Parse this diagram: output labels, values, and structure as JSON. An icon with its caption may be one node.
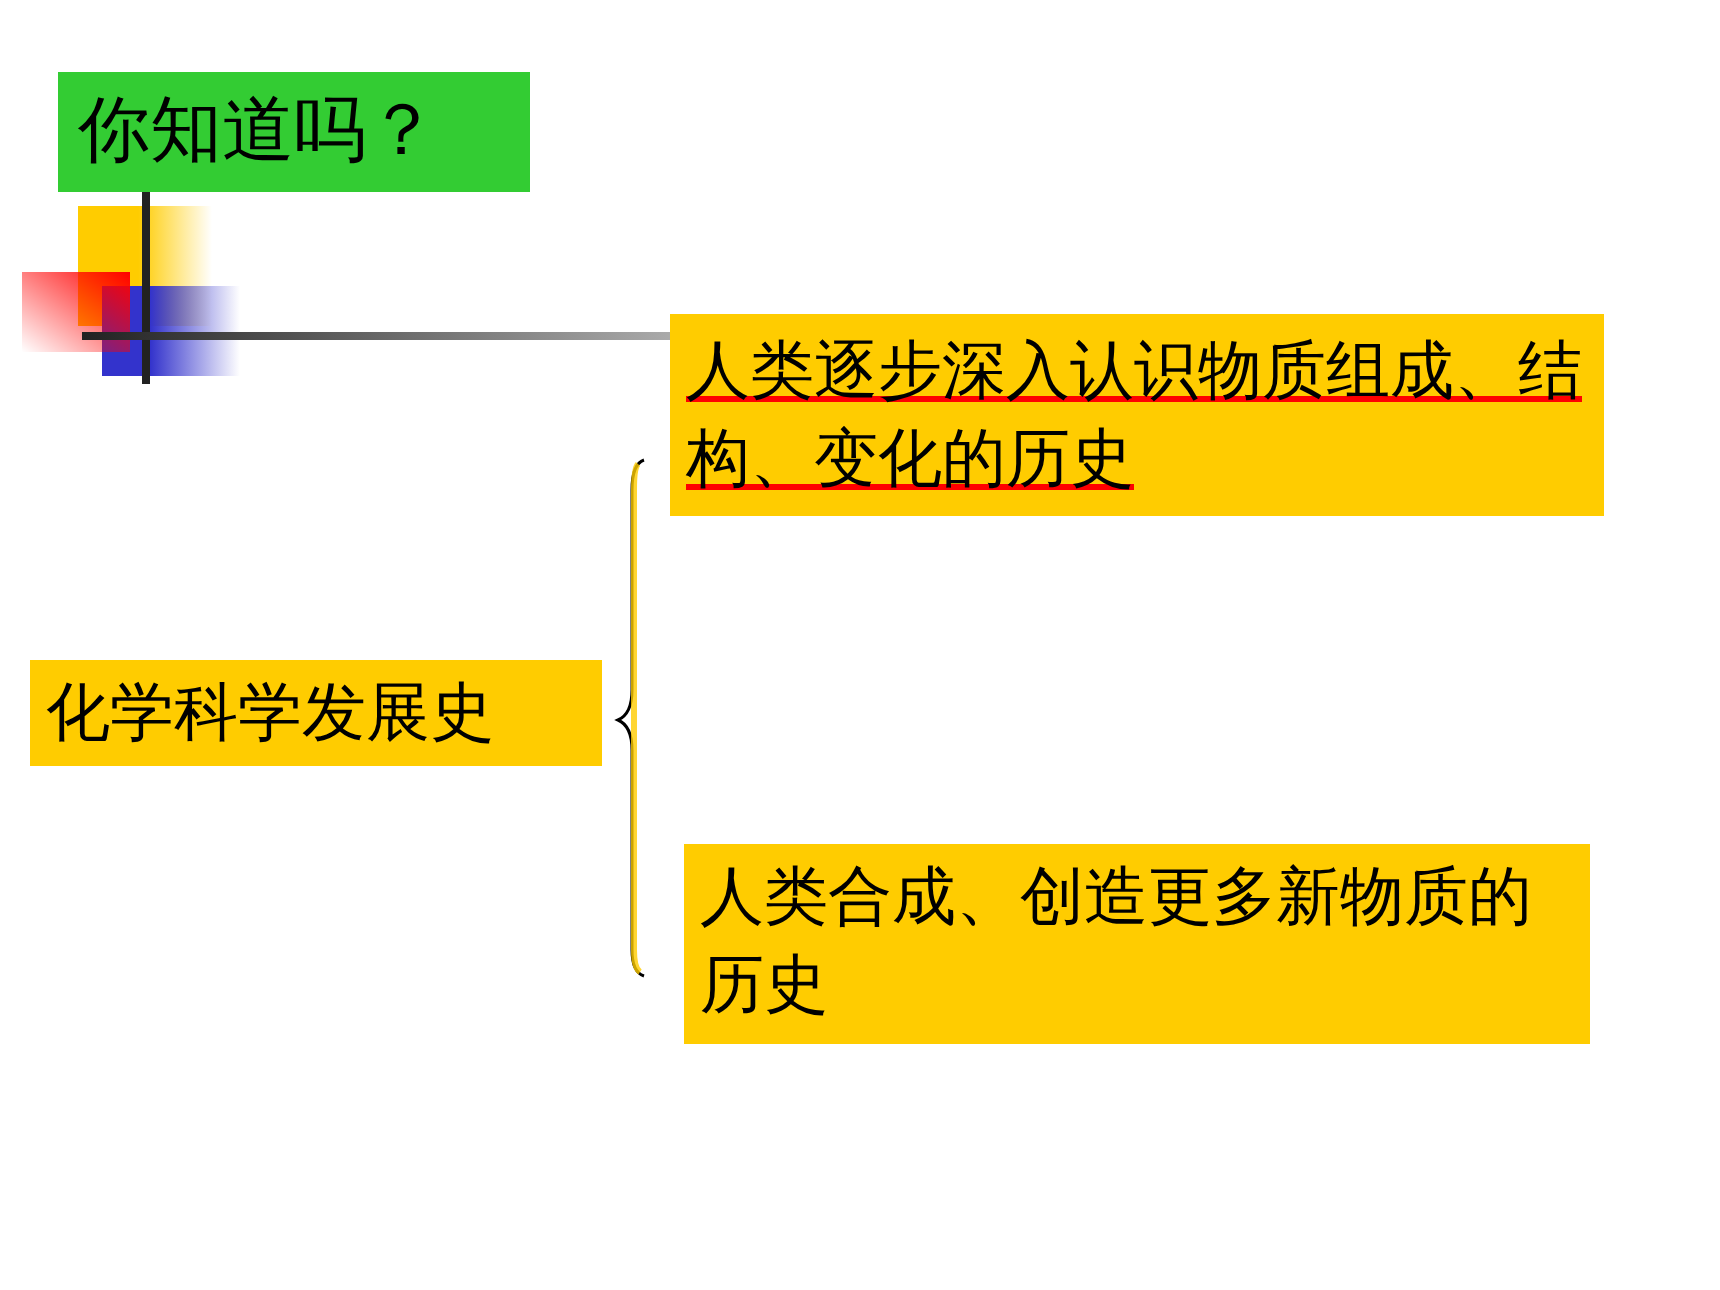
{
  "diagram": {
    "title": "你知道吗？",
    "nodes": [
      {
        "text": [
          "化学科学发展史"
        ]
      },
      {
        "text": [
          "人类逐步深入认识物质组成、结构、变化的历史"
        ]
      },
      {
        "text": [
          "人类合成、创造更多新物质的历史"
        ]
      }
    ]
  }
}
